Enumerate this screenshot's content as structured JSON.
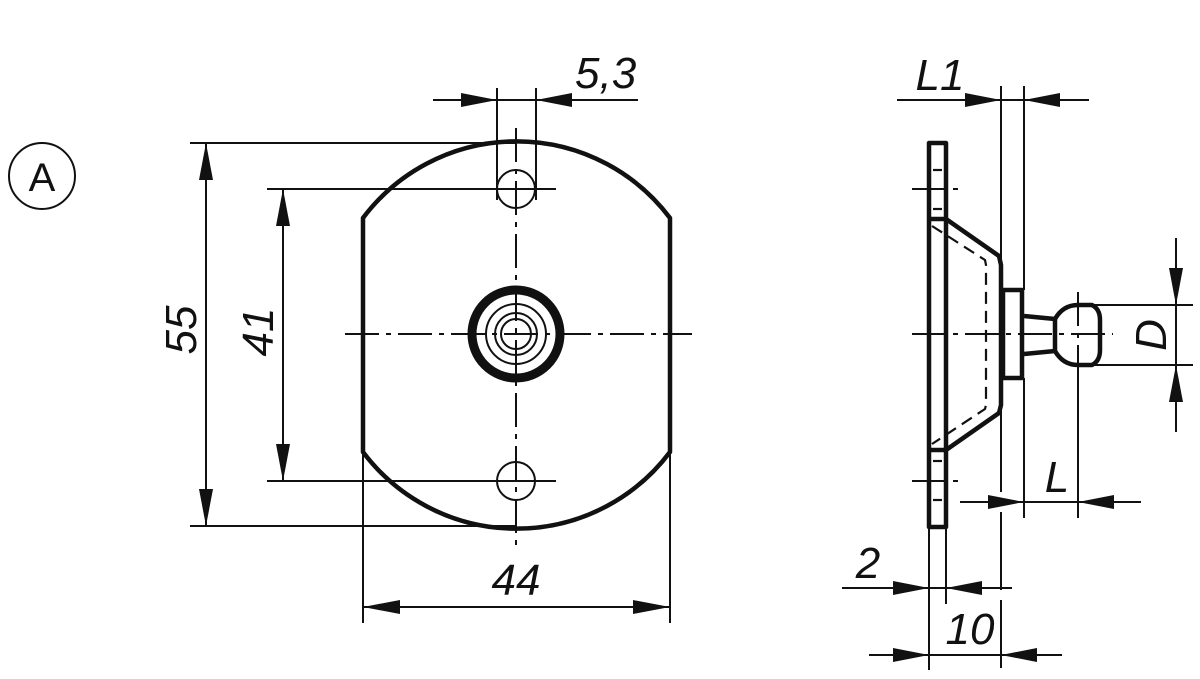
{
  "view_label": {
    "text": "A"
  },
  "front_view": {
    "dimensions": {
      "hole_diameter": "5,3",
      "height_overall": "55",
      "hole_spacing": "41",
      "width_overall": "44"
    }
  },
  "side_view": {
    "dimensions": {
      "L1": "L1",
      "D": "D",
      "L": "L",
      "plate_thickness": "2",
      "overall_depth": "10"
    }
  },
  "colors": {
    "line": "#111111",
    "background": "#ffffff"
  }
}
